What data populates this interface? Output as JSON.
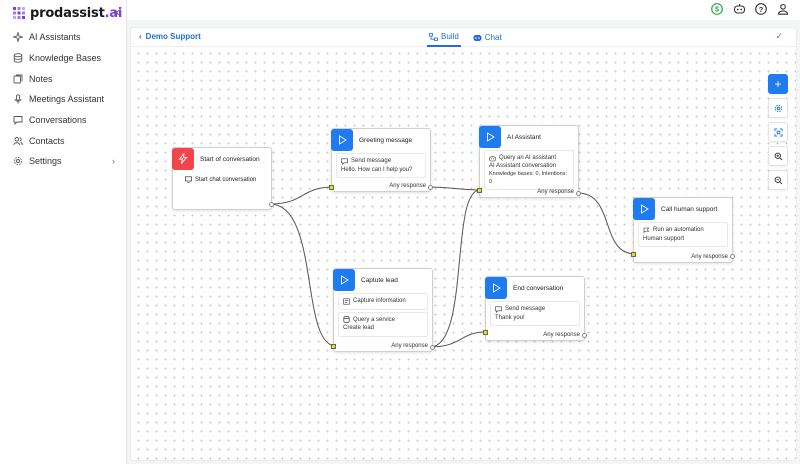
{
  "brand": {
    "name_prefix": "prodassist",
    "name_suffix": ".ai"
  },
  "sidebar": {
    "items": [
      {
        "label": "AI Assistants",
        "icon": "sparkle-icon"
      },
      {
        "label": "Knowledge Bases",
        "icon": "database-icon"
      },
      {
        "label": "Notes",
        "icon": "notes-icon"
      },
      {
        "label": "Meetings Assistant",
        "icon": "microphone-icon"
      },
      {
        "label": "Conversations",
        "icon": "chat-icon"
      },
      {
        "label": "Contacts",
        "icon": "users-icon"
      },
      {
        "label": "Settings",
        "icon": "gear-icon"
      }
    ]
  },
  "header": {
    "back_label": "Demo Support",
    "tabs": [
      {
        "label": "Build",
        "active": true
      },
      {
        "label": "Chat",
        "active": false
      }
    ]
  },
  "colors": {
    "accent": "#1e7bf0",
    "trigger": "#f0464c",
    "success": "#2aa84a",
    "port": "#e8e000"
  },
  "nodes": {
    "start": {
      "title": "Start of conversation",
      "line1": "Start chat conversation"
    },
    "greeting": {
      "title": "Greeting message",
      "line1": "Send message",
      "line2": "Hello. How can I help you?",
      "foot": "Any response"
    },
    "ai": {
      "title": "AI Assistant",
      "line1": "Query an AI assistant",
      "line2": "AI Assistant conversation",
      "line3": "Knowledge bases: 0, Intentions: 0",
      "foot": "Any response"
    },
    "human": {
      "title": "Call human support",
      "line1": "Run an automation",
      "line2": "Human support",
      "foot": "Any response"
    },
    "capture": {
      "title": "Captute lead",
      "line1": "Capture information",
      "line2": "Query a service",
      "line3": "Create lead",
      "foot": "Any response"
    },
    "end": {
      "title": "End conversation",
      "line1": "Send message",
      "line2": "Thank you!",
      "foot": "Any response"
    }
  }
}
